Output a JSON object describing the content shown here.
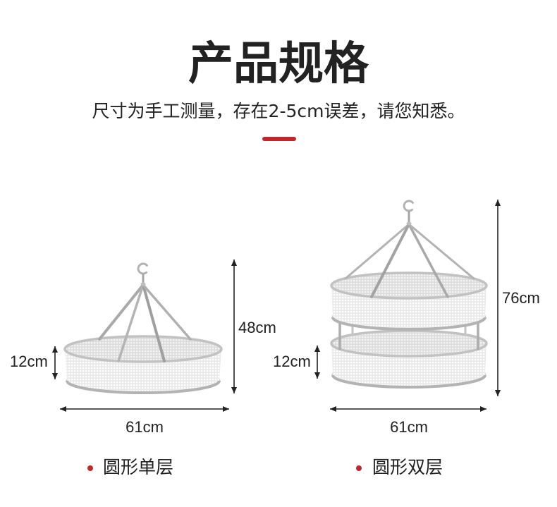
{
  "header": {
    "title": "产品规格",
    "subtitle": "尺寸为手工测量，存在2-5cm误差，请您知悉。"
  },
  "colors": {
    "accent": "#c0282e",
    "text": "#222222"
  },
  "products": [
    {
      "name": "圆形单层",
      "height": "48cm",
      "layer_height": "12cm",
      "diameter": "61cm"
    },
    {
      "name": "圆形双层",
      "height": "76cm",
      "layer_height": "12cm",
      "diameter": "61cm"
    }
  ]
}
